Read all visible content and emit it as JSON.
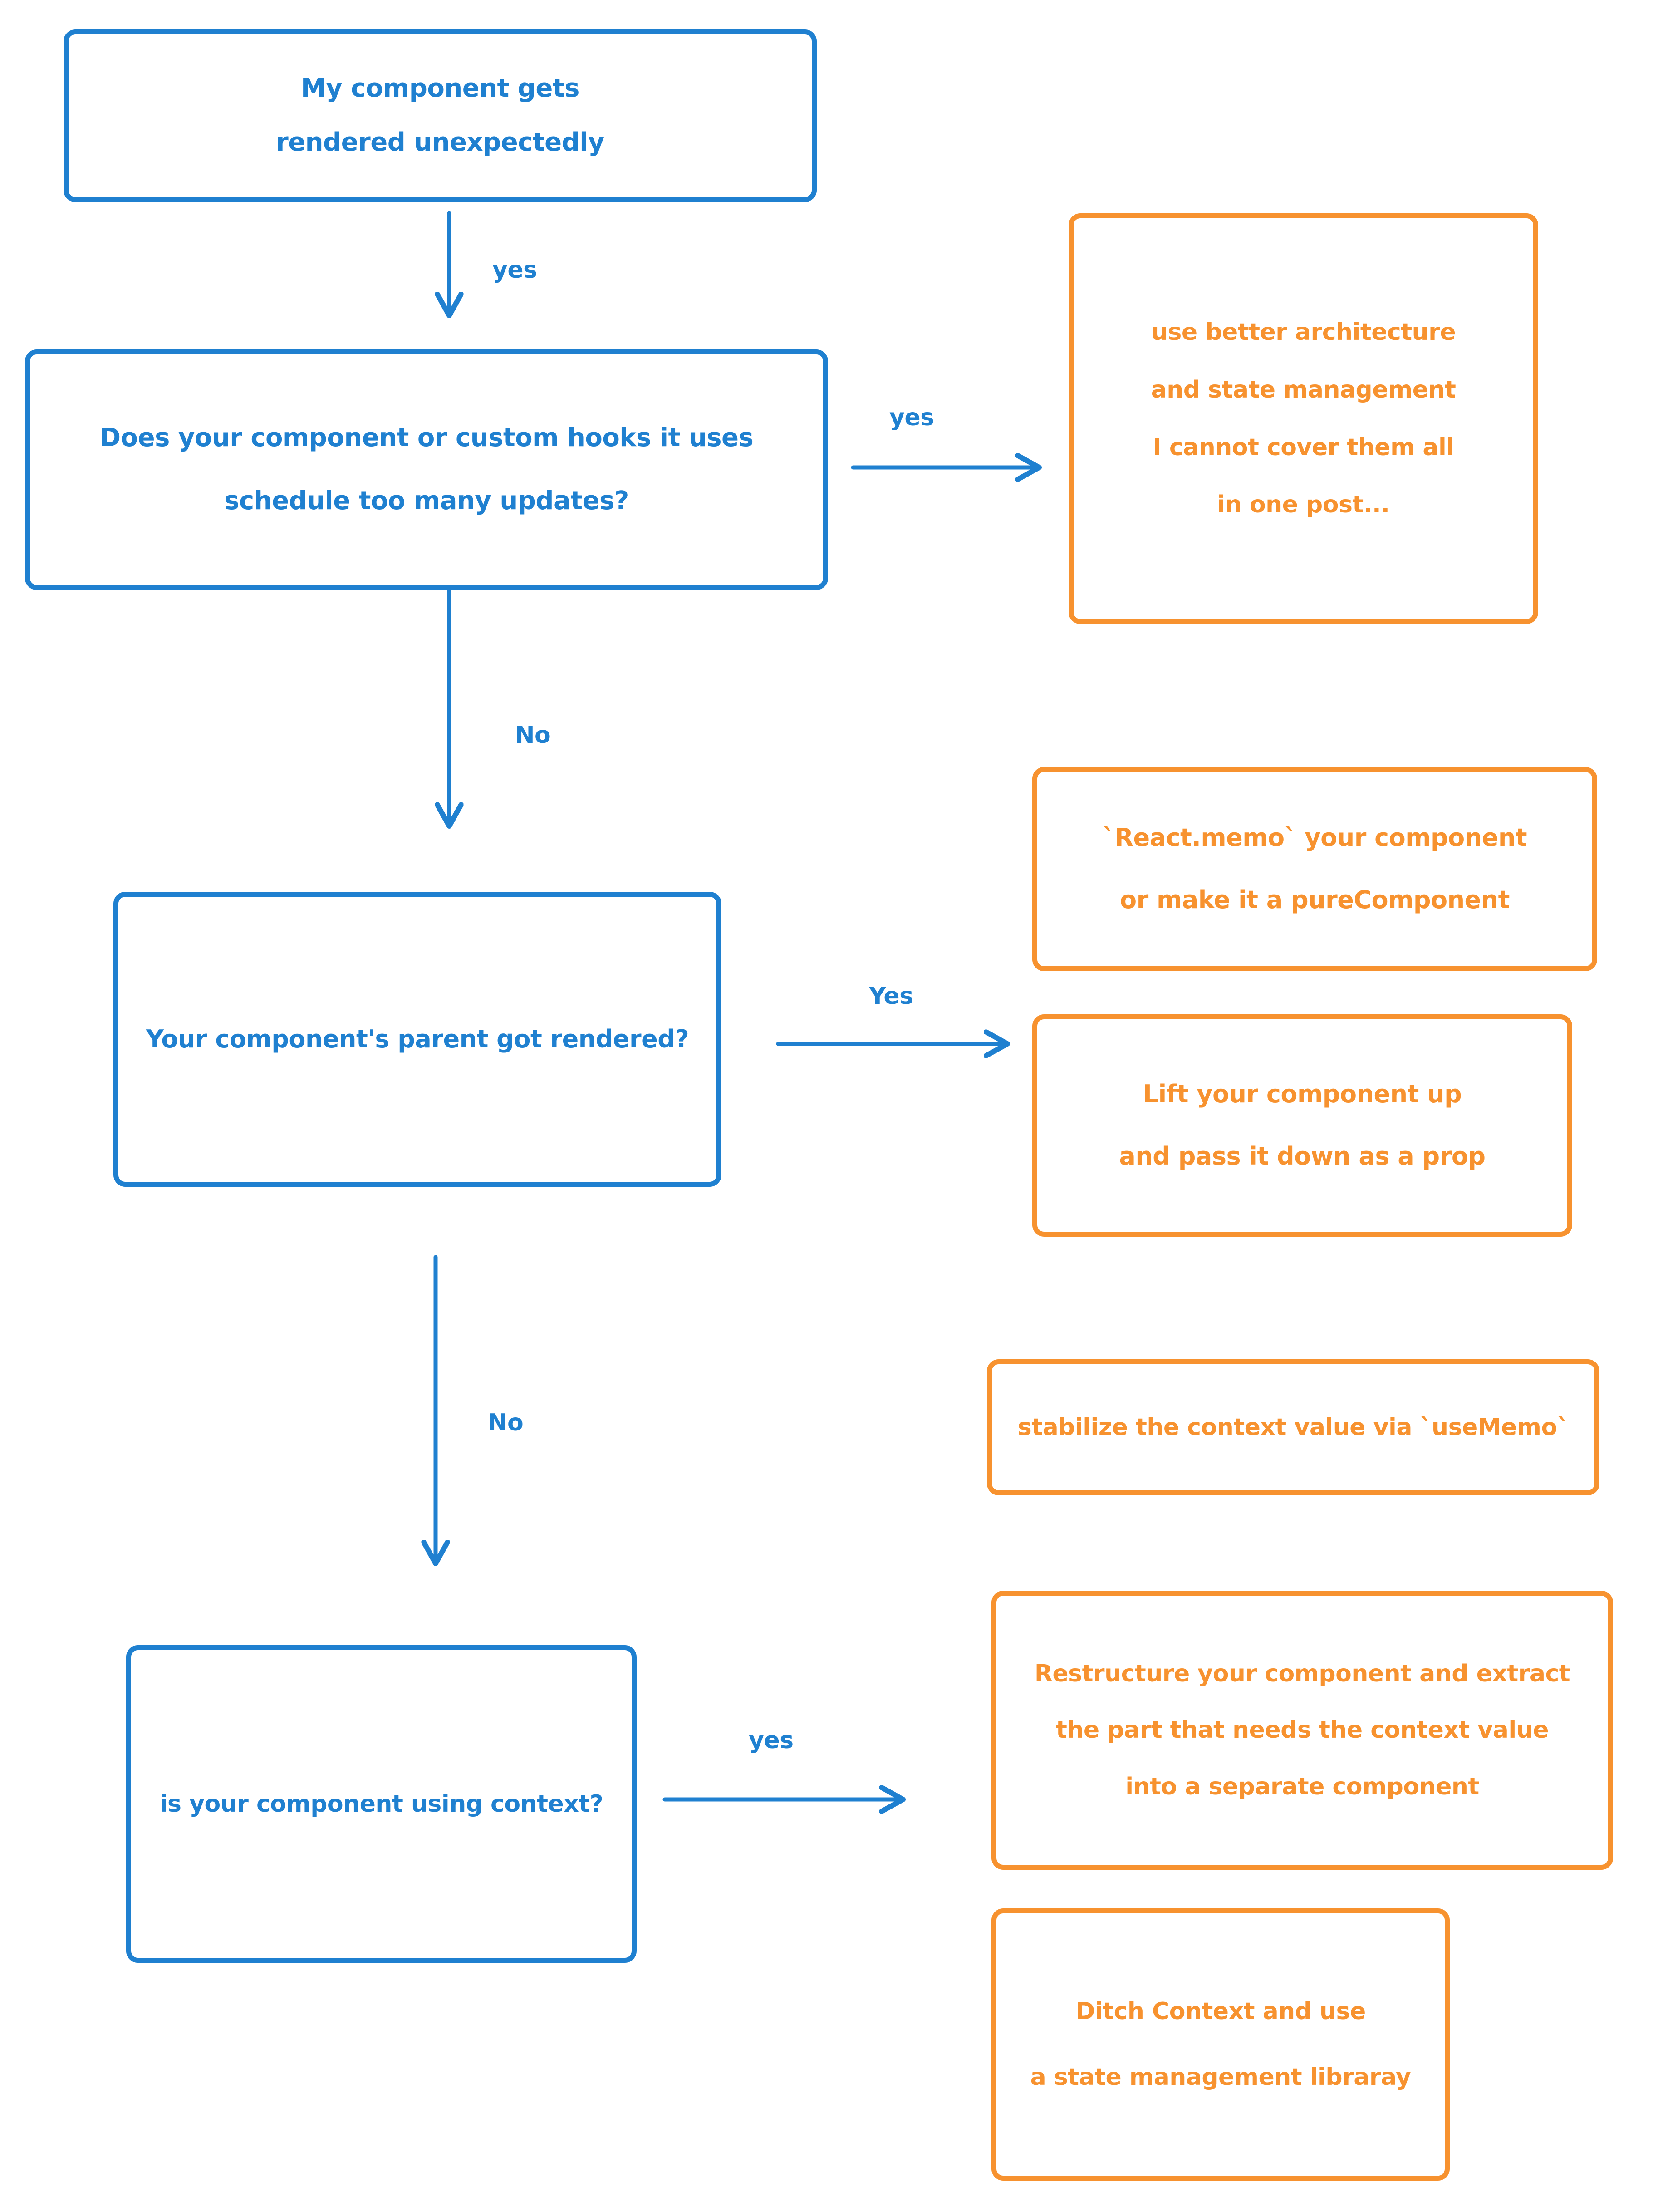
{
  "diagram": {
    "title_node": {
      "lines": [
        "My component gets",
        "rendered unexpectedly"
      ]
    },
    "nodes": [
      {
        "id": "start",
        "kind": "question",
        "color": "#1f80d0",
        "lines": [
          "My component gets",
          "rendered unexpectedly"
        ]
      },
      {
        "id": "too-many-updates",
        "kind": "question",
        "color": "#1f80d0",
        "lines": [
          "Does your component or custom hooks it uses",
          "schedule too many updates?"
        ]
      },
      {
        "id": "better-architecture",
        "kind": "answer",
        "color": "#f7922f",
        "lines": [
          "use better architecture",
          "and state management",
          "I cannot cover them all",
          "in one post..."
        ]
      },
      {
        "id": "parent-rendered",
        "kind": "question",
        "color": "#1f80d0",
        "lines": [
          "Your component's parent got rendered?"
        ]
      },
      {
        "id": "react-memo",
        "kind": "answer",
        "color": "#f7922f",
        "lines": [
          "`React.memo` your component",
          "or make it a pureComponent"
        ]
      },
      {
        "id": "lift-up",
        "kind": "answer",
        "color": "#f7922f",
        "lines": [
          "Lift your component up",
          "and pass it down as a prop"
        ]
      },
      {
        "id": "using-context",
        "kind": "question",
        "color": "#1f80d0",
        "lines": [
          "is your component using context?"
        ]
      },
      {
        "id": "stabilize-context",
        "kind": "answer",
        "color": "#f7922f",
        "lines": [
          "stabilize the context value via `useMemo`"
        ]
      },
      {
        "id": "restructure",
        "kind": "answer",
        "color": "#f7922f",
        "lines": [
          "Restructure your component and extract",
          "the part that needs the context value",
          "into a separate component"
        ]
      },
      {
        "id": "ditch-context",
        "kind": "answer",
        "color": "#f7922f",
        "lines": [
          "Ditch Context and use",
          "a state management libraray"
        ]
      }
    ],
    "edges": [
      {
        "id": "start-to-updates",
        "label": "yes",
        "direction": "down"
      },
      {
        "id": "updates-to-architecture",
        "label": "yes",
        "direction": "right"
      },
      {
        "id": "updates-to-parent",
        "label": "No",
        "direction": "down"
      },
      {
        "id": "parent-to-memo-lift",
        "label": "Yes",
        "direction": "right"
      },
      {
        "id": "parent-to-context",
        "label": "No",
        "direction": "down"
      },
      {
        "id": "context-to-answers",
        "label": "yes",
        "direction": "right"
      }
    ],
    "colors": {
      "question": "#1f80d0",
      "answer": "#f7922f",
      "background": "#ffffff"
    }
  }
}
